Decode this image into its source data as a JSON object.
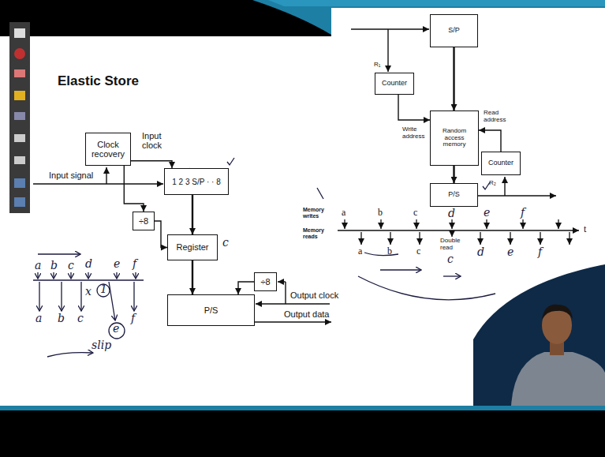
{
  "diagram": {
    "title": "Elastic Store",
    "nodes": [
      {
        "text": [
          "Clock recovery"
        ]
      },
      {
        "text": [
          "1 2 3 S/P · · 8"
        ]
      },
      {
        "text": [
          "÷8"
        ]
      },
      {
        "text": [
          "Register"
        ]
      },
      {
        "text": [
          "÷8"
        ]
      },
      {
        "text": [
          "P/S"
        ]
      },
      {
        "text": [
          "S/P"
        ]
      },
      {
        "text": [
          "Counter"
        ]
      },
      {
        "text": [
          "Random access memory"
        ]
      },
      {
        "text": [
          "Counter"
        ]
      },
      {
        "text": [
          "P/S"
        ]
      }
    ],
    "edges": [
      {
        "from": 0,
        "to": 1,
        "arrow": "to"
      },
      {
        "from": 0,
        "to": 2,
        "arrow": "to"
      },
      {
        "from": 1,
        "to": 3,
        "arrow": "to"
      },
      {
        "from": 2,
        "to": 3,
        "arrow": "to"
      },
      {
        "from": 3,
        "to": 5,
        "arrow": "to"
      },
      {
        "from": 4,
        "to": 5,
        "arrow": "to"
      },
      {
        "from": 6,
        "to": 8,
        "arrow": "to"
      },
      {
        "from": 7,
        "to": 8,
        "arrow": "to"
      },
      {
        "from": 9,
        "to": 8,
        "arrow": "to"
      },
      {
        "from": 8,
        "to": 10,
        "arrow": "to"
      }
    ],
    "labels": [
      "Input clock",
      "Input signal",
      "Output clock",
      "Output data",
      "R₁",
      "Write address",
      "Read address",
      "R₂",
      "Memory writes",
      "Memory reads",
      "a",
      "b",
      "c",
      "d",
      "e",
      "f",
      "a",
      "b",
      "c",
      "Double read",
      "c",
      "d",
      "e",
      "f",
      "t",
      "a",
      "b",
      "c",
      "d",
      "e",
      "f",
      "a",
      "b",
      "c",
      "f",
      "x",
      "1",
      "e",
      "slip",
      "c"
    ]
  }
}
